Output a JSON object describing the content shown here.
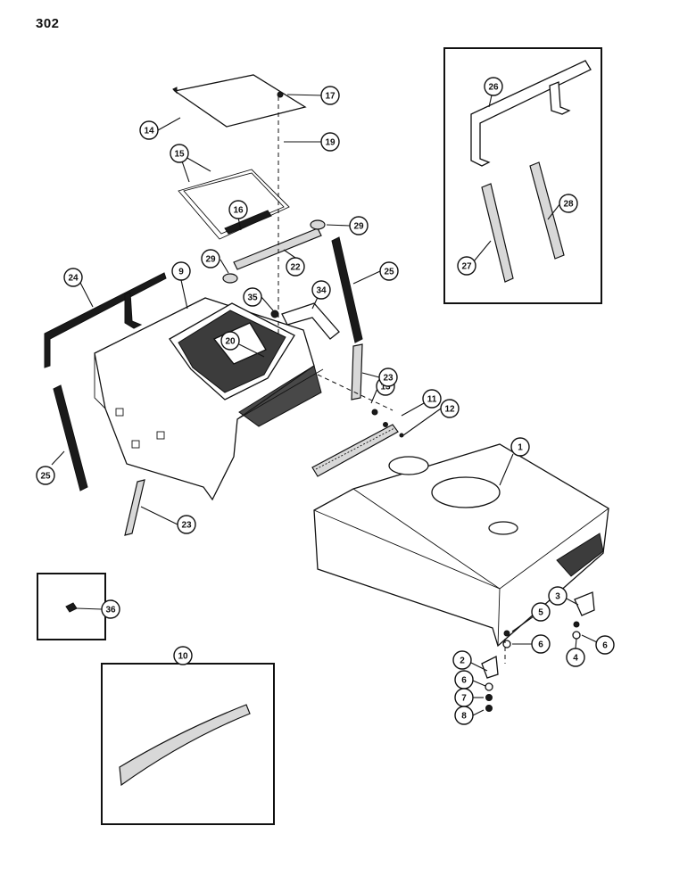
{
  "page_number": "302",
  "callouts": [
    "1",
    "2",
    "3",
    "4",
    "5",
    "6",
    "6",
    "6",
    "7",
    "8",
    "9",
    "10",
    "11",
    "12",
    "13",
    "14",
    "15",
    "16",
    "17",
    "19",
    "20",
    "22",
    "23",
    "23",
    "24",
    "25",
    "25",
    "26",
    "27",
    "28",
    "29",
    "29",
    "34",
    "35",
    "36"
  ]
}
